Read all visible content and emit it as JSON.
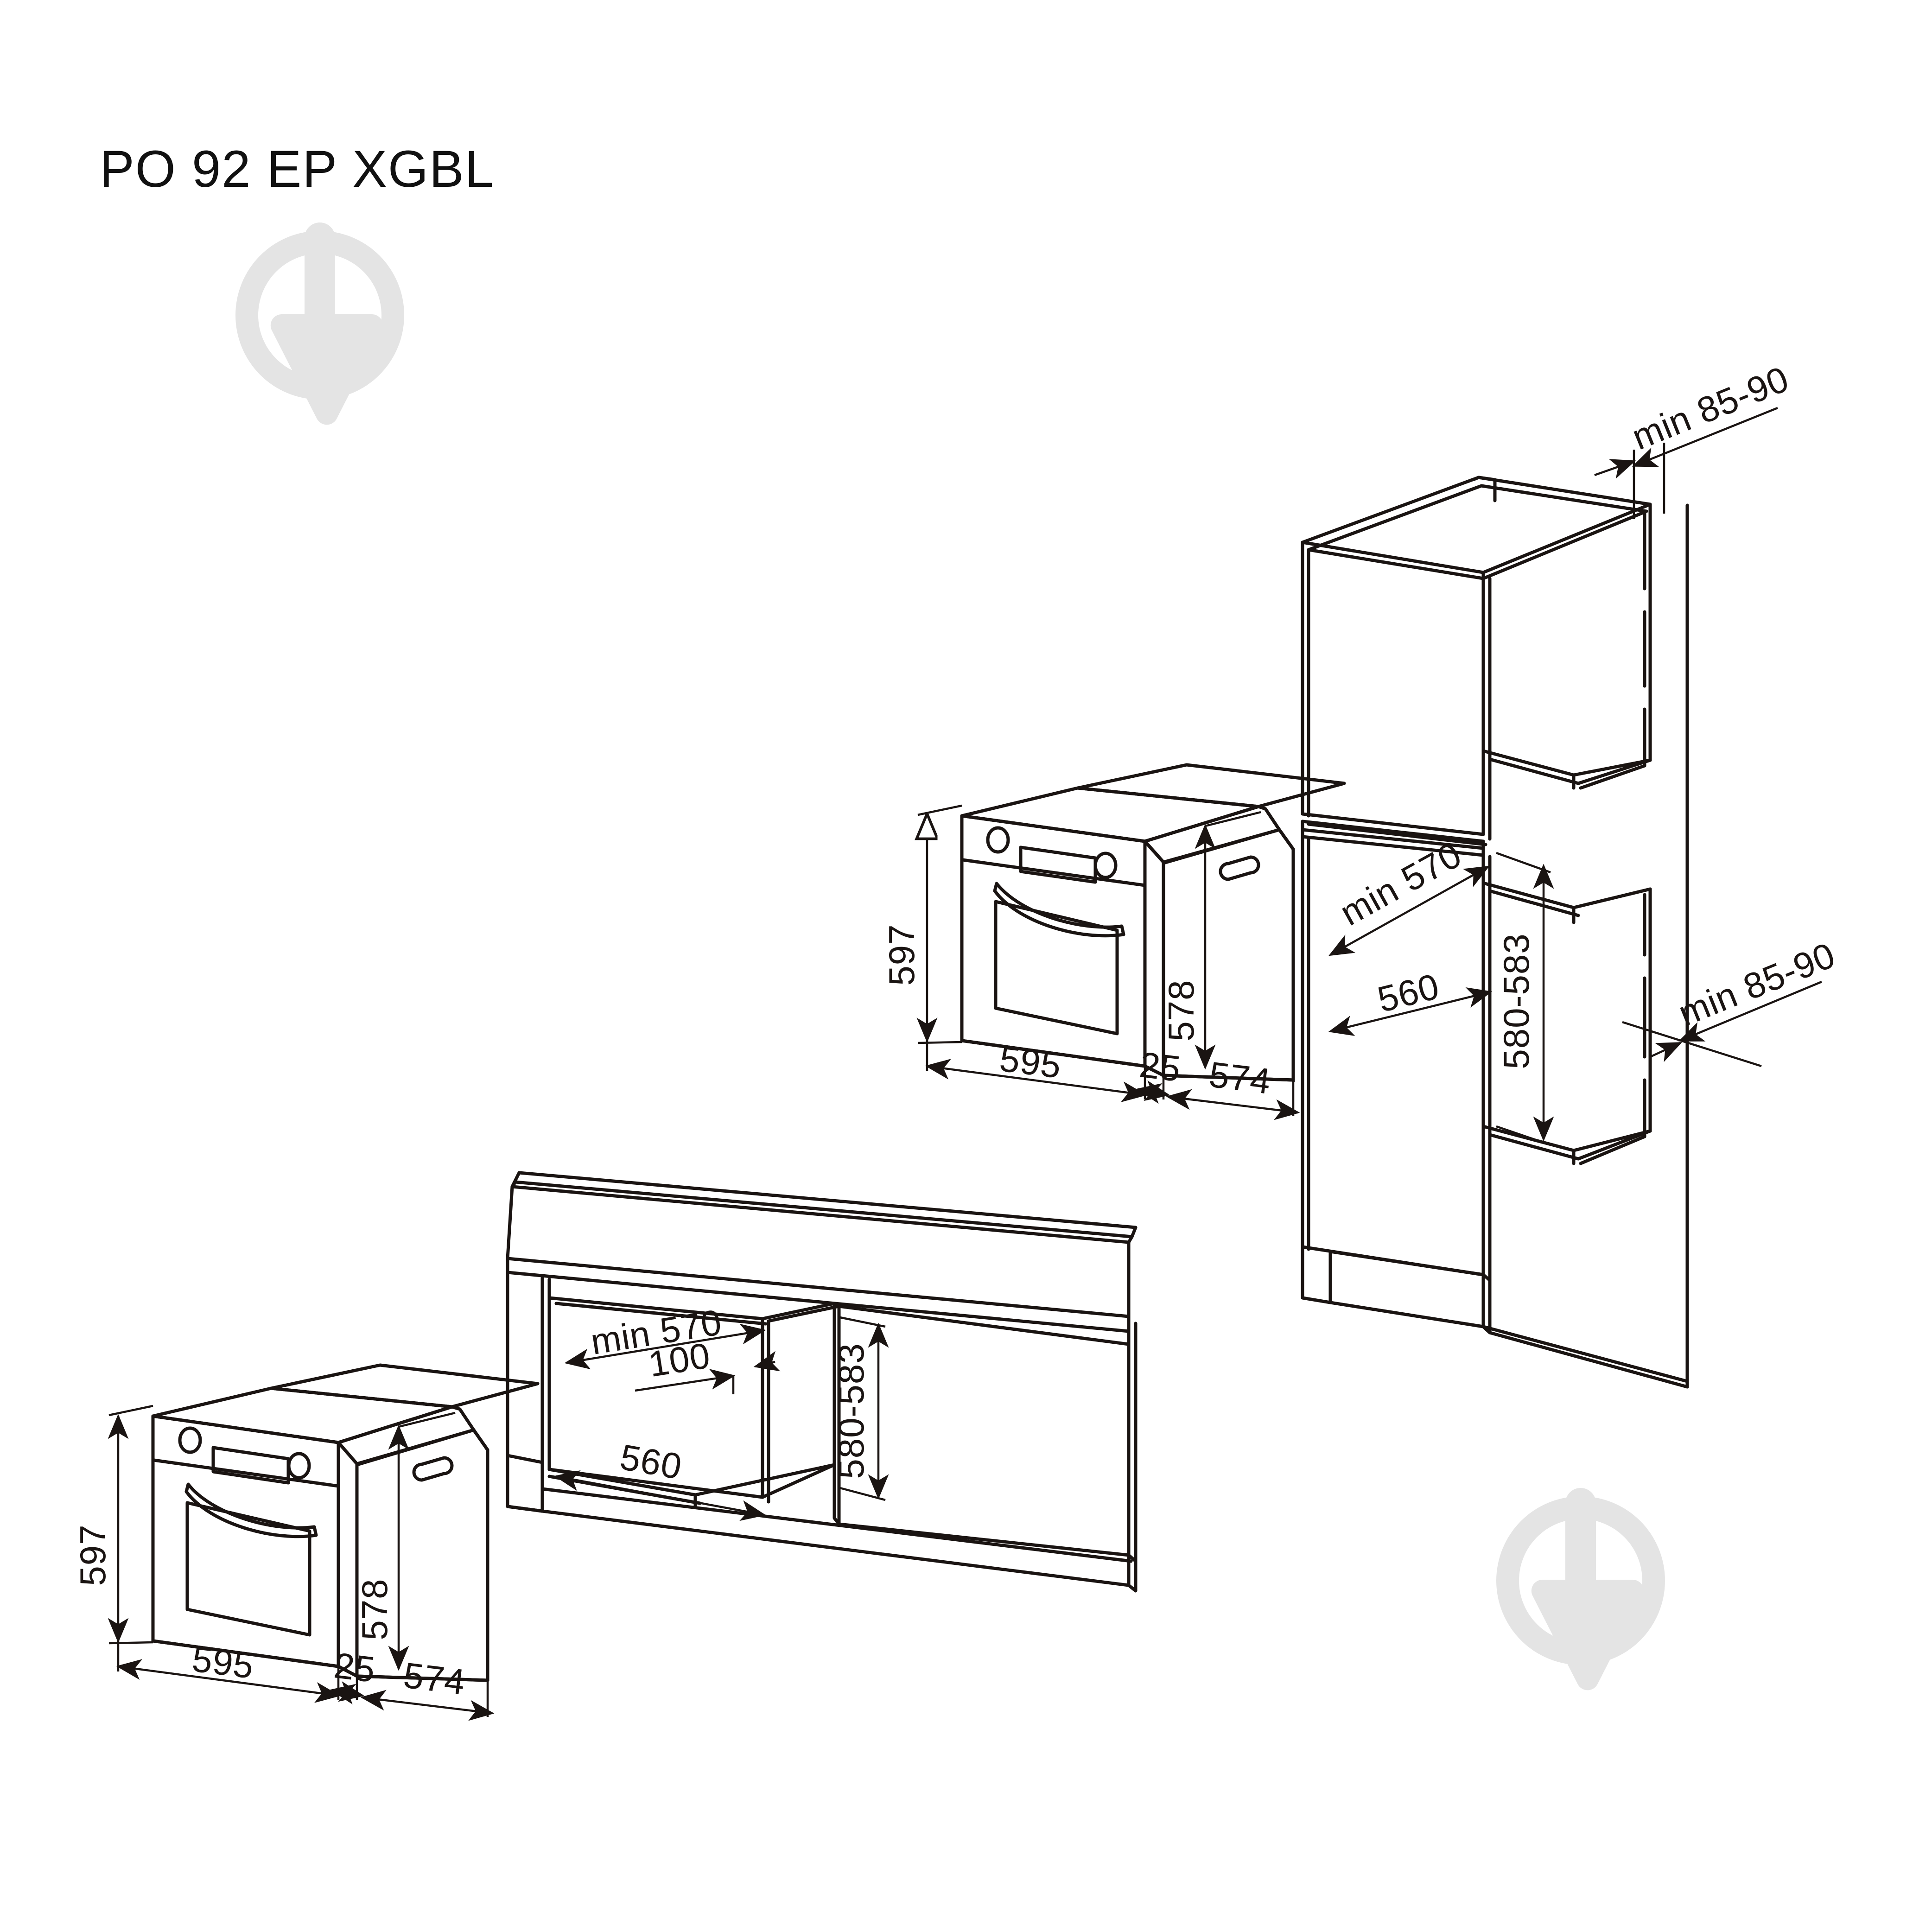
{
  "document": {
    "title": "PO 92 EP XGBL",
    "background_color": "#ffffff",
    "line_color": "#1a1412",
    "watermark_color": "#e4e4e4",
    "type": "appliance-installation-dimension-drawing"
  },
  "watermarks": [
    {
      "name": "plumb-bob-watermark-top-left"
    },
    {
      "name": "plumb-bob-watermark-bottom-right"
    }
  ],
  "views": {
    "oven_center": {
      "name": "Built-in oven isometric view (upper)",
      "dimensions": {
        "height": "597",
        "side_height": "578",
        "width": "595",
        "door_offset": "25",
        "depth": "574"
      }
    },
    "oven_lower_left": {
      "name": "Built-in oven isometric view (lower left)",
      "dimensions": {
        "height": "597",
        "side_height": "578",
        "width": "595",
        "door_offset": "25",
        "depth": "574"
      }
    },
    "tall_cabinet": {
      "name": "Tall column cabinet cut-out isometric view",
      "dimensions": {
        "depth_min": "min 570",
        "opening_height": "580-583",
        "opening_width": "560",
        "rear_gap_top": "min 85-90",
        "rear_gap_bottom": "min 85-90"
      }
    },
    "under_counter_cabinet": {
      "name": "Under worktop cabinet cut-out isometric view",
      "dimensions": {
        "depth_min": "min 570",
        "front_panel": "100",
        "opening_height": "580-583",
        "opening_width": "560"
      }
    }
  },
  "labels": {
    "d597": "597",
    "d578": "578",
    "d595": "595",
    "d25": "25",
    "d574": "574",
    "d_min570": "min 570",
    "d_580_583": "580-583",
    "d560": "560",
    "d100": "100",
    "d_min85_90": "min 85-90"
  }
}
